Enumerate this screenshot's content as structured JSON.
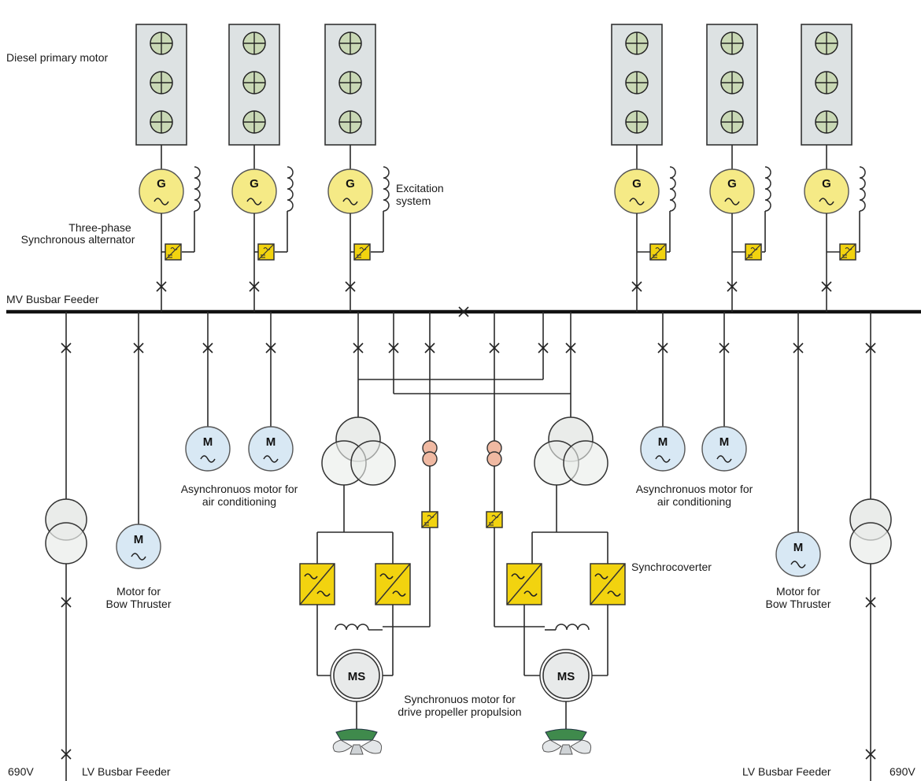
{
  "labels": {
    "diesel_primary_motor": "Diesel primary motor",
    "alternator_line1": "Three-phase",
    "alternator_line2": "Synchronous alternator",
    "excitation_line1": "Excitation",
    "excitation_line2": "system",
    "mv_busbar": "MV Busbar Feeder",
    "async_left_line1": "Asynchronuos motor for",
    "async_left_line2": "air conditioning",
    "async_right_line1": "Asynchronuos motor for",
    "async_right_line2": "air conditioning",
    "bow_left_line1": "Motor for",
    "bow_left_line2": "Bow Thruster",
    "bow_right_line1": "Motor for",
    "bow_right_line2": "Bow Thruster",
    "synchroconverter": "Synchrocoverter",
    "sync_motor_line1": "Synchronuos motor for",
    "sync_motor_line2": "drive propeller propulsion",
    "lv_busbar_left": "LV Busbar Feeder",
    "lv_busbar_right": "LV Busbar Feeder",
    "voltage_left": "690V",
    "voltage_right": "690V"
  },
  "symbols": {
    "generator": "G",
    "motor": "M",
    "sync_motor": "MS"
  },
  "counts": {
    "diesel_generator_sets": 6,
    "cylinders_per_engine": 3
  },
  "colors": {
    "generator": "#f5ea86",
    "motor": "#d8e8f4",
    "converter": "#f2d30f",
    "potential_transformer": "#f0b9a2",
    "cylinder": "#c9d8b5",
    "engine": "#dde2e3"
  }
}
